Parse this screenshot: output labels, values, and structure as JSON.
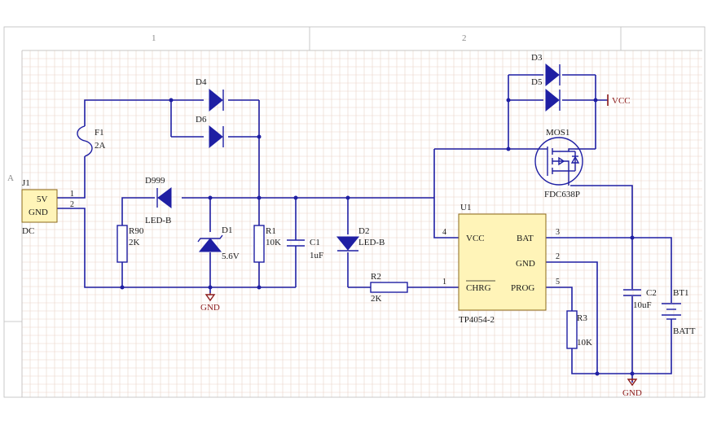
{
  "sheet": {
    "columns": [
      "1",
      "2"
    ],
    "rows": [
      "A"
    ]
  },
  "connector": {
    "ref": "J1",
    "pin1": "5V",
    "pin2": "GND",
    "pin1_no": "1",
    "pin2_no": "2",
    "value": "DC"
  },
  "fuse": {
    "ref": "F1",
    "value": "2A"
  },
  "diodes": {
    "d4": {
      "ref": "D4"
    },
    "d6": {
      "ref": "D6"
    },
    "d999": {
      "ref": "D999",
      "value": "LED-B"
    },
    "d1": {
      "ref": "D1",
      "value": "5.6V"
    },
    "d2": {
      "ref": "D2",
      "value": "LED-B"
    },
    "d3": {
      "ref": "D3"
    },
    "d5": {
      "ref": "D5"
    }
  },
  "resistors": {
    "r90": {
      "ref": "R90",
      "value": "2K"
    },
    "r1": {
      "ref": "R1",
      "value": "10K"
    },
    "r2": {
      "ref": "R2",
      "value": "2K"
    },
    "r3": {
      "ref": "R3",
      "value": "10K"
    }
  },
  "capacitors": {
    "c1": {
      "ref": "C1",
      "value": "1uF"
    },
    "c2": {
      "ref": "C2",
      "value": "10uF"
    }
  },
  "mosfet": {
    "ref": "MOS1",
    "value": "FDC638P"
  },
  "ic": {
    "ref": "U1",
    "value": "TP4054-2",
    "pins": {
      "vcc": {
        "name": "VCC",
        "no": "4"
      },
      "chrg": {
        "name": "CHRG",
        "no": "1"
      },
      "bat": {
        "name": "BAT",
        "no": "3"
      },
      "gnd": {
        "name": "GND",
        "no": "2"
      },
      "prog": {
        "name": "PROG",
        "no": "5"
      }
    }
  },
  "battery": {
    "ref": "BT1",
    "value": "BATT"
  },
  "nets": {
    "vcc": "VCC",
    "gnd_left": "GND",
    "gnd_right": "GND"
  },
  "colors": {
    "wire": "#1f1fa3",
    "netlabel": "#8b1a1a",
    "ic_fill": "#fff4b8",
    "connector_fill": "#fff4b8",
    "grid": "#ead2c8"
  }
}
